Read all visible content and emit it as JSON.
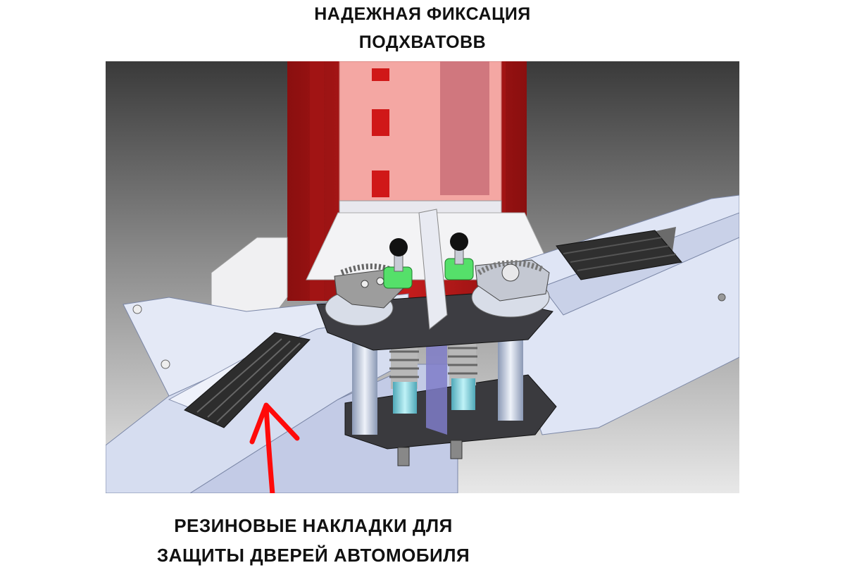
{
  "captions": {
    "top_line_1": "НАДЕЖНАЯ ФИКСАЦИЯ",
    "top_line_2": "ПОДХВАТОВВ",
    "bottom_line_1": "РЕЗИНОВЫЕ НАКЛАДКИ ДЛЯ",
    "bottom_line_2": "ЗАЩИТЫ ДВЕРЕЙ АВТОМОБИЛЯ"
  },
  "colors": {
    "column_red": "#b81a1a",
    "carriage_pink": "#f4a7a3",
    "arm_blue": "#dfe5f5",
    "plate_dark": "#3a3a3e",
    "knob_green": "#55e06a",
    "arrow_red": "#ff0a0a"
  }
}
